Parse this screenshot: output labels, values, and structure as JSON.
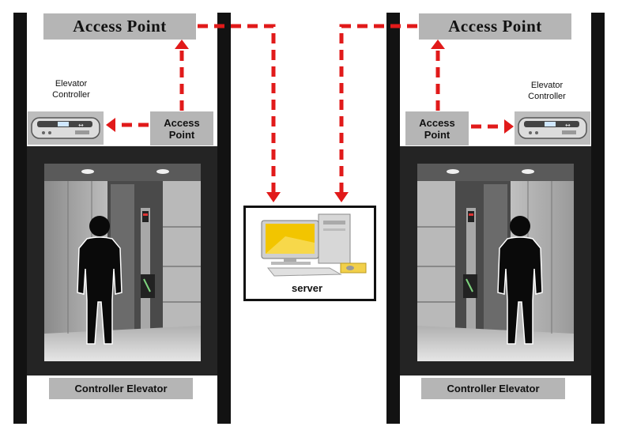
{
  "labels": {
    "access_point_top": "Access Point",
    "access_point_small": [
      "Access",
      "Point"
    ],
    "elevator_controller": [
      "Elevator",
      "Controller"
    ],
    "controller_elevator": "Controller Elevator",
    "server": "server"
  },
  "colors": {
    "rail": "#121212",
    "label_gray": "#b5b5b5",
    "arrow_red": "#e11a1a",
    "car_frame": "#242424"
  },
  "icons": {
    "controller_device": "elevator-controller-device-icon",
    "server_computer": "server-computer-icon",
    "passenger": "person-silhouette-icon",
    "card_reader": "card-reader-icon"
  }
}
